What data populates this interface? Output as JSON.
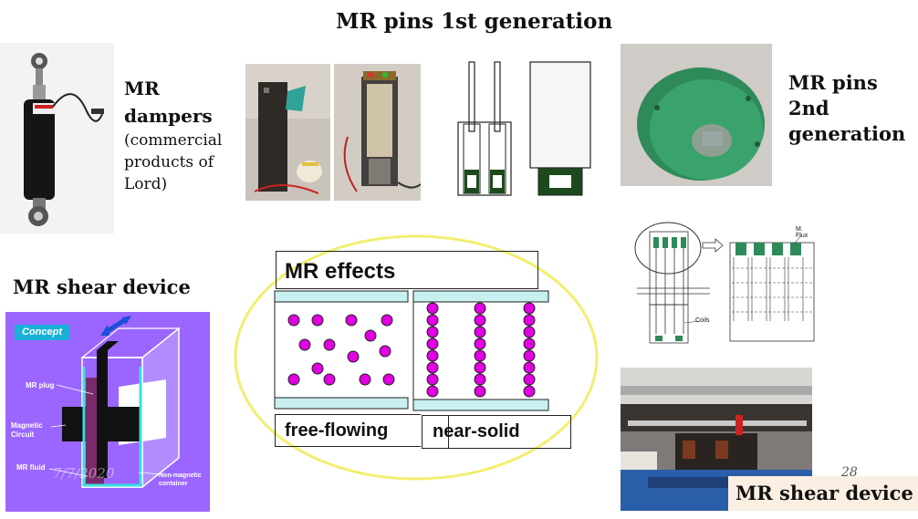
{
  "slide": {
    "title": "MR pins 1st generation",
    "dampers_title_line1": "MR",
    "dampers_title_line2": "dampers",
    "dampers_note_line1": "(commercial",
    "dampers_note_line2": "products of",
    "dampers_note_line3": "Lord)",
    "pins2_line1": "MR pins",
    "pins2_line2": "2nd",
    "pins2_line3": "generation",
    "shear_title_left": "MR shear device",
    "shear_title_right": "MR shear device",
    "effects_title": "MR effects",
    "free_flowing": "free-flowing",
    "near_solid": "near-solid",
    "page_number": "28",
    "date_watermark": "7/7/2020"
  },
  "concept_diagram": {
    "badge": "Concept",
    "mr_plug": "MR plug",
    "magnetic_circuit_line1": "Magnetic",
    "magnetic_circuit_line2": "Circuit",
    "mr_fluid": "MR fluid",
    "container_line1": "Non-magnetic",
    "container_line2": "container"
  },
  "flux_diagram": {
    "m_flux": "M. Flux",
    "coils": "Coils"
  },
  "colors": {
    "particle": "#e000e0",
    "plate": "#c8f0f0",
    "ellipse": "#f2ee70",
    "concept_bg": "#9b66ff",
    "pin_green": "#1d4a1d"
  }
}
